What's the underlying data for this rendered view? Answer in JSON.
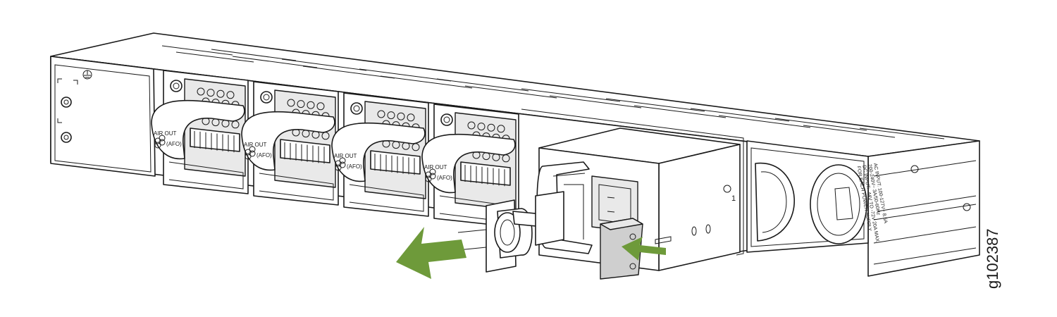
{
  "figure_id": "g102387",
  "fan_module_labels": {
    "line1": "AIR OUT",
    "line2": "(AFO)"
  },
  "psu_slot_number": "1",
  "psu_rating_label": [
    "AC INPUT: 100-127V~ 8.5A",
    "200-240V~ 3A/50-60Hz",
    "DC INPUT: -44V TO -72V 20A MAX",
    "FOR EACH POWER SUPPLY"
  ],
  "colors": {
    "arrow_green": "#6e9a3a",
    "line": "#1a1a1a",
    "cover_gray": "#d6d6d6"
  },
  "icons": [
    "ground-icon",
    "fan-icon"
  ]
}
